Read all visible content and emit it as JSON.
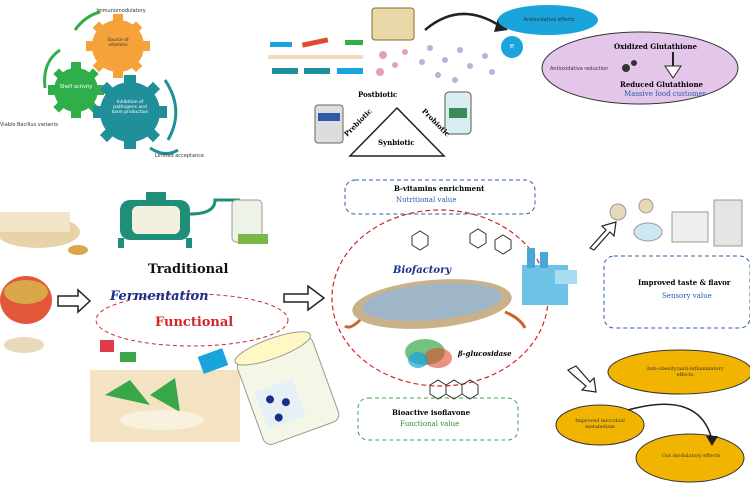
{
  "gears": {
    "top_label": "Immunomodulatory",
    "orange_label": "Source of vitamins",
    "green_label": "Shelf activity",
    "teal_label": "Inhibition of pathogens and toxin production",
    "left_label": "Viable Bacillus variants",
    "bottom_label": "Limited acceptance"
  },
  "top_center": {
    "postbiotic_label": "Postbiotic",
    "prebiotic_label": "Prebiotic",
    "probiotic_label": "Probiotic",
    "synbiotic_label": "Synbiotic",
    "antioxidant_label": "Antioxidative effects",
    "e_label": "e"
  },
  "glutathione": {
    "oxidized": "Oxidized Glutathione",
    "inhibit": "Antioxidative reduction",
    "reduced": "Reduced Glutathione",
    "value": "Massive food customer"
  },
  "fermentation": {
    "traditional": "Traditional",
    "fermentation": "Fermentation",
    "functional": "Functional"
  },
  "center": {
    "vitamin_title": "B-vitamins enrichment",
    "vitamin_sub": "Nutritional value",
    "biofactory": "Biofactory",
    "glucosidase": "β-glucosidase",
    "isoflavone_title": "Bioactive isoflavone",
    "isoflavone_sub": "Functional value"
  },
  "right": {
    "taste_title": "Improved taste & flavor",
    "taste_sub": "Sensory value",
    "effect1": "Anti-obesity/anti-inflammatory effects",
    "effect2": "Improved microbial metabolism",
    "effect3": "Gut modulatory effects"
  },
  "colors": {
    "gear_orange": "#f5a23b",
    "gear_green": "#2fae4a",
    "gear_teal": "#1f8f9a",
    "effect_yellow": "#f1b400",
    "antiox_blue": "#1aa4dc",
    "gluta_purple": "#e4c6ea",
    "traditional": "#111111",
    "fermentation_blue": "#1b2f8a",
    "functional_red": "#d02828"
  }
}
